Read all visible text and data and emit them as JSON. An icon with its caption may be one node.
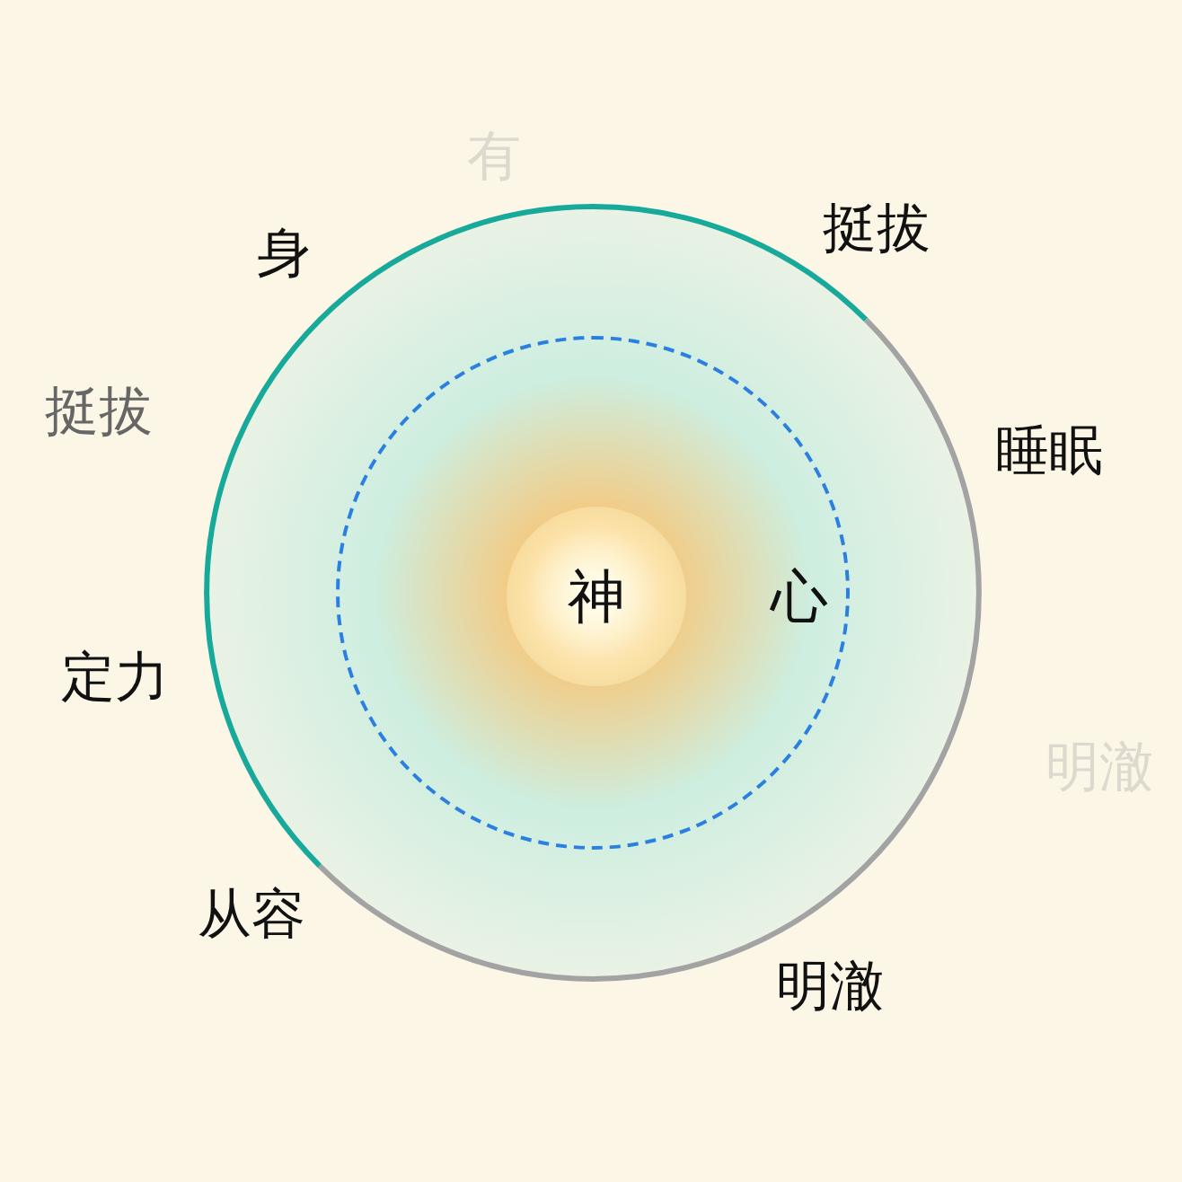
{
  "diagram": {
    "nodes": [
      {
        "text": [],
        "shape": "circle"
      },
      {
        "text": [
          "心"
        ],
        "in": 0
      },
      {
        "text": [
          "神"
        ],
        "in": 1
      }
    ],
    "labels": [
      "有",
      "身",
      "挺拔",
      "挺拔",
      "睡眠",
      "定力",
      "明澈",
      "从容",
      "明澈"
    ]
  }
}
